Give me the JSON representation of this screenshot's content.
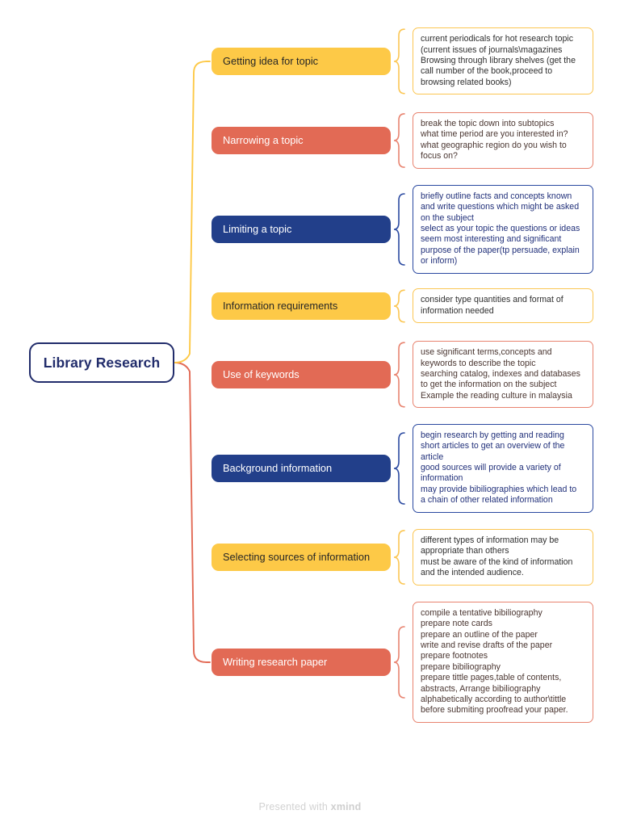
{
  "footer": {
    "prefix": "Presented with ",
    "brand": "xmind"
  },
  "colors": {
    "yellow": "#fdc947",
    "salmon": "#e26a55",
    "blue": "#223f8a",
    "root_outline": "#212c6b",
    "background": "#ffffff",
    "footer_text": "#d2d2d2"
  },
  "mindmap": {
    "root": {
      "label": "Library Research"
    },
    "branches": [
      {
        "label": "Getting idea for topic",
        "color": "yellow",
        "details": [
          "current periodicals for hot research topic",
          "(current issues of journals\\magazines",
          "Browsing through library shelves (get the",
          "call number of the book,proceed to",
          "browsing related books)"
        ]
      },
      {
        "label": "Narrowing a topic",
        "color": "salmon",
        "details": [
          "break the topic down into subtopics",
          "what time period are you interested in?",
          "what geographic region do you wish to",
          "focus on?"
        ]
      },
      {
        "label": "Limiting a topic",
        "color": "blue",
        "details": [
          "briefly outline facts and concepts known",
          "and write questions which might be asked",
          "on the subject",
          "select as your topic the questions or ideas",
          "seem most interesting and significant",
          "purpose of the paper(tp persuade, explain",
          "or inform)"
        ]
      },
      {
        "label": "Information requirements",
        "color": "yellow",
        "details": [
          "consider type quantities and format of",
          "information needed"
        ]
      },
      {
        "label": "Use of keywords",
        "color": "salmon",
        "details": [
          "use significant terms,concepts and",
          "keywords to describe the topic",
          "searching catalog, indexes and databases",
          "to get the information on the subject",
          "Example the reading culture in malaysia"
        ]
      },
      {
        "label": "Background information",
        "color": "blue",
        "details": [
          "begin research by getting and reading",
          "short articles to get an overview of the",
          "article",
          "good sources will provide a variety of",
          "information",
          "may provide bibiliographies which lead to",
          "a chain of other related information"
        ]
      },
      {
        "label": "Selecting sources of information",
        "color": "yellow",
        "details": [
          "different types of information may be",
          "appropriate than others",
          "must be aware of the kind of information",
          "and the intended audience."
        ]
      },
      {
        "label": "Writing research paper",
        "color": "salmon",
        "details": [
          "compile a tentative bibiliography",
          "prepare note cards",
          "prepare an outline of the paper",
          "write and revise drafts of the paper",
          "prepare footnotes",
          "prepare bibiliography",
          "prepare tittle pages,table of contents,",
          "abstracts, Arrange bibiliography",
          "alphabetically according to author\\tittle",
          "before submiting proofread your paper."
        ]
      }
    ]
  }
}
